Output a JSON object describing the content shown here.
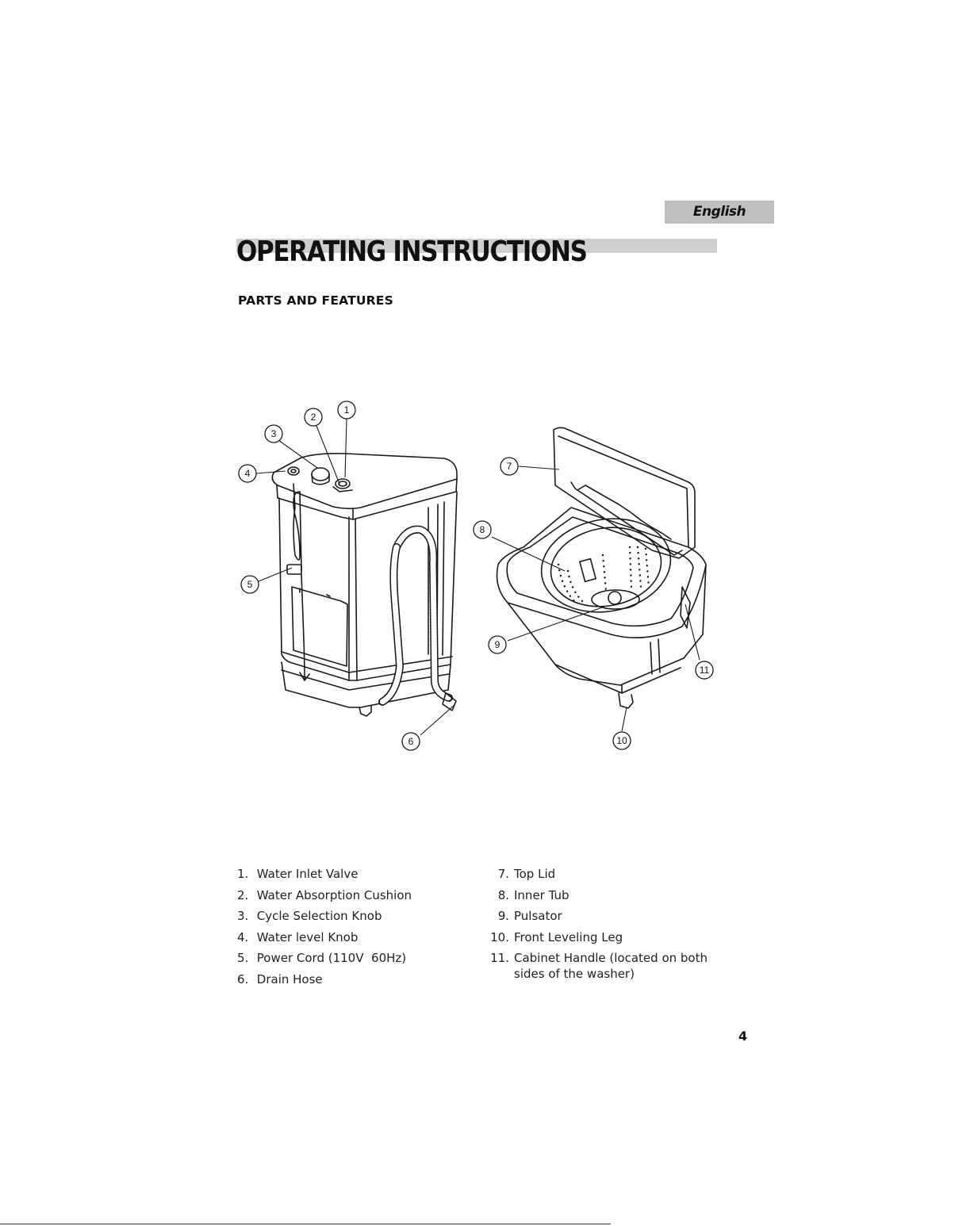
{
  "header": {
    "language_tab": "English",
    "title": "OPERATING INSTRUCTIONS",
    "section": "PARTS AND FEATURES"
  },
  "callouts": [
    "1",
    "2",
    "3",
    "4",
    "5",
    "6",
    "7",
    "8",
    "9",
    "10",
    "11"
  ],
  "parts_left": [
    {
      "num": "1.",
      "label": "Water Inlet Valve"
    },
    {
      "num": "2.",
      "label": "Water Absorption Cushion"
    },
    {
      "num": "3.",
      "label": "Cycle Selection Knob"
    },
    {
      "num": "4.",
      "label": "Water level Knob"
    },
    {
      "num": "5.",
      "label": "Power Cord (110V  60Hz)"
    },
    {
      "num": "6.",
      "label": "Drain Hose"
    }
  ],
  "parts_right": [
    {
      "num": "7.",
      "label": "Top Lid"
    },
    {
      "num": "8.",
      "label": "Inner Tub"
    },
    {
      "num": "9.",
      "label": "Pulsator"
    },
    {
      "num": "10.",
      "label": "Front Leveling Leg"
    },
    {
      "num": "11.",
      "label": "Cabinet Handle (located on both sides of the washer)"
    }
  ],
  "page_number": "4",
  "colors": {
    "tab_bg": "#bfbfbf",
    "title_bar": "#cfcfcf",
    "ink": "#1a1a1a"
  }
}
